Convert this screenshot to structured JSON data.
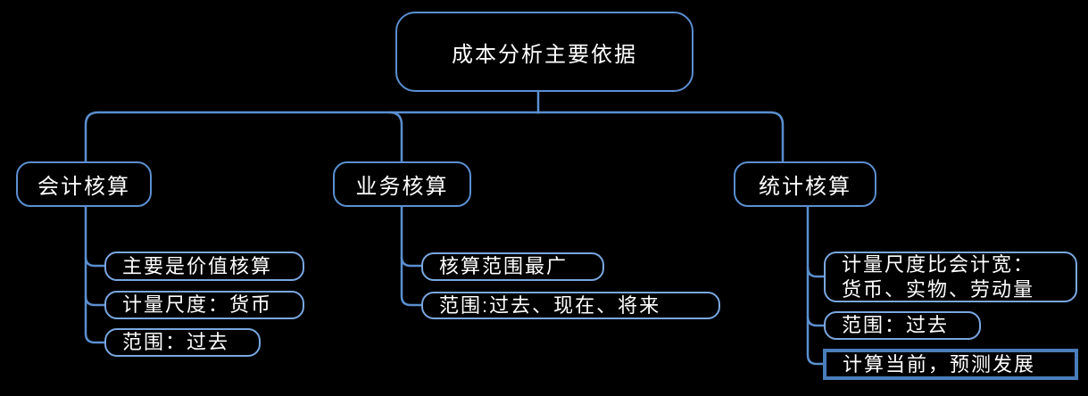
{
  "title": "成本分析主要依据",
  "colors": {
    "background": "#000000",
    "connector_line": "#5b8fd0",
    "branch_border": "#5b8fd0",
    "leaf_border": "#7aa7e0",
    "selected_leaf_border": "#4a7ebb",
    "text": "#ffffff"
  },
  "diagram": {
    "root": {
      "label": "成本分析主要依据"
    },
    "branches": [
      {
        "label": "会计核算",
        "children": [
          {
            "label": "主要是价值核算"
          },
          {
            "label": "计量尺度：货币"
          },
          {
            "label": "范围：过去"
          }
        ]
      },
      {
        "label": "业务核算",
        "children": [
          {
            "label": "核算范围最广"
          },
          {
            "label": "范围:过去、现在、将来"
          }
        ]
      },
      {
        "label": "统计核算",
        "children": [
          {
            "label": "计量尺度比会计宽：\n货币、实物、劳动量"
          },
          {
            "label": "范围：过去"
          },
          {
            "label": "计算当前，预测发展"
          }
        ]
      }
    ]
  }
}
